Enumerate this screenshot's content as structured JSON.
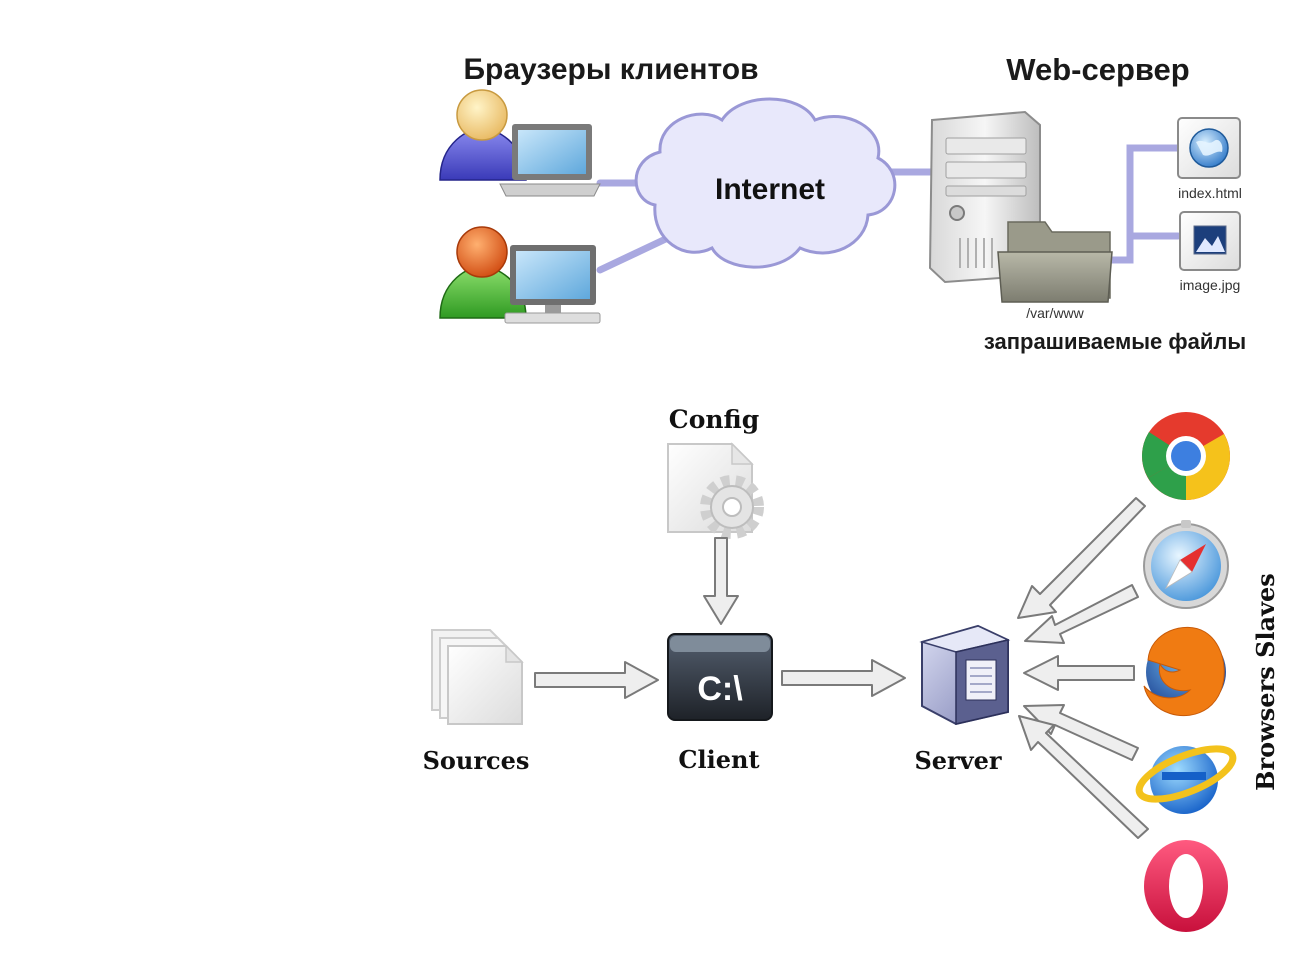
{
  "top": {
    "clients_title": "Браузеры клиентов",
    "server_title": "Web-сервер",
    "cloud_label": "Internet",
    "folder_label": "/var/www",
    "file1_label": "index.html",
    "file2_label": "image.jpg",
    "files_caption": "запрашиваемые файлы"
  },
  "bottom": {
    "config_label": "Config",
    "sources_label": "Sources",
    "client_label": "Client",
    "client_terminal_text": "C:\\",
    "server_label": "Server",
    "browsers_label": "Browsers Slaves"
  },
  "colors": {
    "link_line": "#a9a8e0",
    "arrow_fill": "#eeeeee",
    "arrow_stroke": "#7a7a7a",
    "cloud_fill": "#e8e8fb",
    "cloud_stroke": "#9a98d6"
  },
  "icons": [
    "user-blue-icon",
    "user-green-icon",
    "laptop-icon",
    "desktop-monitor-icon",
    "server-tower-icon",
    "folder-icon",
    "globe-file-icon",
    "image-file-icon",
    "config-file-gear-icon",
    "documents-stack-icon",
    "terminal-window-icon",
    "server-box-icon",
    "chrome-icon",
    "safari-icon",
    "firefox-icon",
    "internet-explorer-icon",
    "opera-icon"
  ]
}
